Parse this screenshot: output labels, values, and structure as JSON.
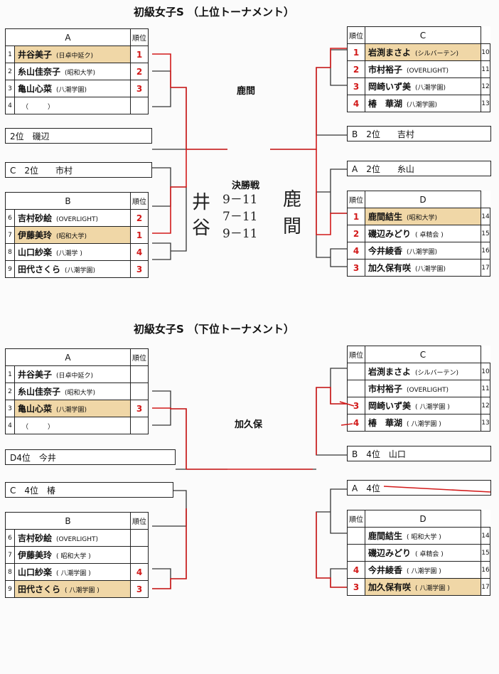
{
  "upper": {
    "title": "初級女子S （上位トーナメント）",
    "venue": "鹿間",
    "final_label": "決勝戦",
    "header_rank": "順位",
    "groupA": {
      "label": "A",
      "rows": [
        {
          "no": "1",
          "name": "井谷美子",
          "aff": "(日卓中延ク)",
          "rank": "1",
          "hl": true
        },
        {
          "no": "2",
          "name": "糸山佳奈子",
          "aff": "(昭和大学)",
          "rank": "2",
          "hl": false
        },
        {
          "no": "3",
          "name": "亀山心菜",
          "aff": "(八潮学園)",
          "rank": "3",
          "hl": false
        },
        {
          "no": "4",
          "name": "",
          "aff": "（　　　）",
          "rank": "",
          "hl": false
        }
      ]
    },
    "groupB": {
      "label": "B",
      "rows": [
        {
          "no": "6",
          "name": "吉村砂絵",
          "aff": "(OVERLIGHT)",
          "rank": "2",
          "hl": false
        },
        {
          "no": "7",
          "name": "伊藤美玲",
          "aff": "(昭和大学)",
          "rank": "1",
          "hl": true
        },
        {
          "no": "8",
          "name": "山口紗楽",
          "aff": "(八潮学 )",
          "rank": "4",
          "hl": false
        },
        {
          "no": "9",
          "name": "田代さくら",
          "aff": "(八潮学園)",
          "rank": "3",
          "hl": false
        }
      ]
    },
    "groupC": {
      "label": "C",
      "rows": [
        {
          "no": "10",
          "name": "岩渕まさよ",
          "aff": "(シルバーテン)",
          "rank": "1",
          "hl": true
        },
        {
          "no": "11",
          "name": "市村裕子",
          "aff": "(OVERLIGHT)",
          "rank": "2",
          "hl": false
        },
        {
          "no": "12",
          "name": "岡崎いず美",
          "aff": "(八潮学園)",
          "rank": "3",
          "hl": false
        },
        {
          "no": "13",
          "name": "椿　華湖",
          "aff": "(八潮学園)",
          "rank": "4",
          "hl": false
        }
      ]
    },
    "groupD": {
      "label": "D",
      "rows": [
        {
          "no": "14",
          "name": "鹿間結生",
          "aff": "(昭和大学)",
          "rank": "1",
          "hl": true
        },
        {
          "no": "15",
          "name": "磯辺みどり",
          "aff": "( 卓精会 )",
          "rank": "2",
          "hl": false
        },
        {
          "no": "16",
          "name": "今井綾香",
          "aff": "(八潮学園)",
          "rank": "4",
          "hl": false
        },
        {
          "no": "17",
          "name": "加久保有咲",
          "aff": "(八潮学園)",
          "rank": "3",
          "hl": false
        }
      ]
    },
    "box_a2": "2位　磯辺",
    "box_c2": "C　2位　　市村",
    "box_b2": "B　2位　　吉村",
    "box_a2r": "A　2位　　糸山",
    "handwriting": {
      "left_top": "井",
      "left_bottom": "谷",
      "scores": [
        "9－11",
        "7－11",
        "9－11"
      ],
      "right_top": "鹿",
      "right_bottom": "間"
    }
  },
  "lower": {
    "title": "初級女子S （下位トーナメント）",
    "venue": "加久保",
    "header_rank": "順位",
    "groupA": {
      "label": "A",
      "rows": [
        {
          "no": "1",
          "name": "井谷美子",
          "aff": "(日卓中延ク)",
          "rank": "",
          "hl": false
        },
        {
          "no": "2",
          "name": "糸山佳奈子",
          "aff": "(昭和大学)",
          "rank": "",
          "hl": false
        },
        {
          "no": "3",
          "name": "亀山心菜",
          "aff": "(八潮学園)",
          "rank": "3",
          "hl": true
        },
        {
          "no": "4",
          "name": "",
          "aff": "（　　　）",
          "rank": "",
          "hl": false
        }
      ]
    },
    "groupB": {
      "label": "B",
      "rows": [
        {
          "no": "6",
          "name": "吉村砂絵",
          "aff": "(OVERLIGHT)",
          "rank": "",
          "hl": false
        },
        {
          "no": "7",
          "name": "伊藤美玲",
          "aff": "( 昭和大学 )",
          "rank": "",
          "hl": false
        },
        {
          "no": "8",
          "name": "山口紗楽",
          "aff": "( 八潮学園 )",
          "rank": "4",
          "hl": false
        },
        {
          "no": "9",
          "name": "田代さくら",
          "aff": "( 八潮学園 )",
          "rank": "3",
          "hl": true
        }
      ]
    },
    "groupC": {
      "label": "C",
      "rows": [
        {
          "no": "10",
          "name": "岩渕まさよ",
          "aff": "(シルバーテン)",
          "rank": "",
          "hl": false
        },
        {
          "no": "11",
          "name": "市村裕子",
          "aff": "(OVERLIGHT)",
          "rank": "",
          "hl": false
        },
        {
          "no": "12",
          "name": "岡崎いず美",
          "aff": "( 八潮学園 )",
          "rank": "3",
          "hl": false
        },
        {
          "no": "13",
          "name": "椿　華湖",
          "aff": "( 八潮学園 )",
          "rank": "4",
          "hl": false
        }
      ]
    },
    "groupD": {
      "label": "D",
      "rows": [
        {
          "no": "14",
          "name": "鹿間結生",
          "aff": "( 昭和大学 )",
          "rank": "",
          "hl": false
        },
        {
          "no": "15",
          "name": "磯辺みどり",
          "aff": "( 卓精会 )",
          "rank": "",
          "hl": false
        },
        {
          "no": "16",
          "name": "今井綾香",
          "aff": "( 八潮学園 )",
          "rank": "4",
          "hl": false
        },
        {
          "no": "17",
          "name": "加久保有咲",
          "aff": "( 八潮学園 )",
          "rank": "3",
          "hl": true
        }
      ]
    },
    "box_a4": "D4位　今井",
    "box_c4": "C　4位　椿",
    "box_b4": "B　4位　山口",
    "box_a4r": "A　4位"
  },
  "colors": {
    "red": "#d21a1a",
    "highlight": "#f0d7a7"
  }
}
